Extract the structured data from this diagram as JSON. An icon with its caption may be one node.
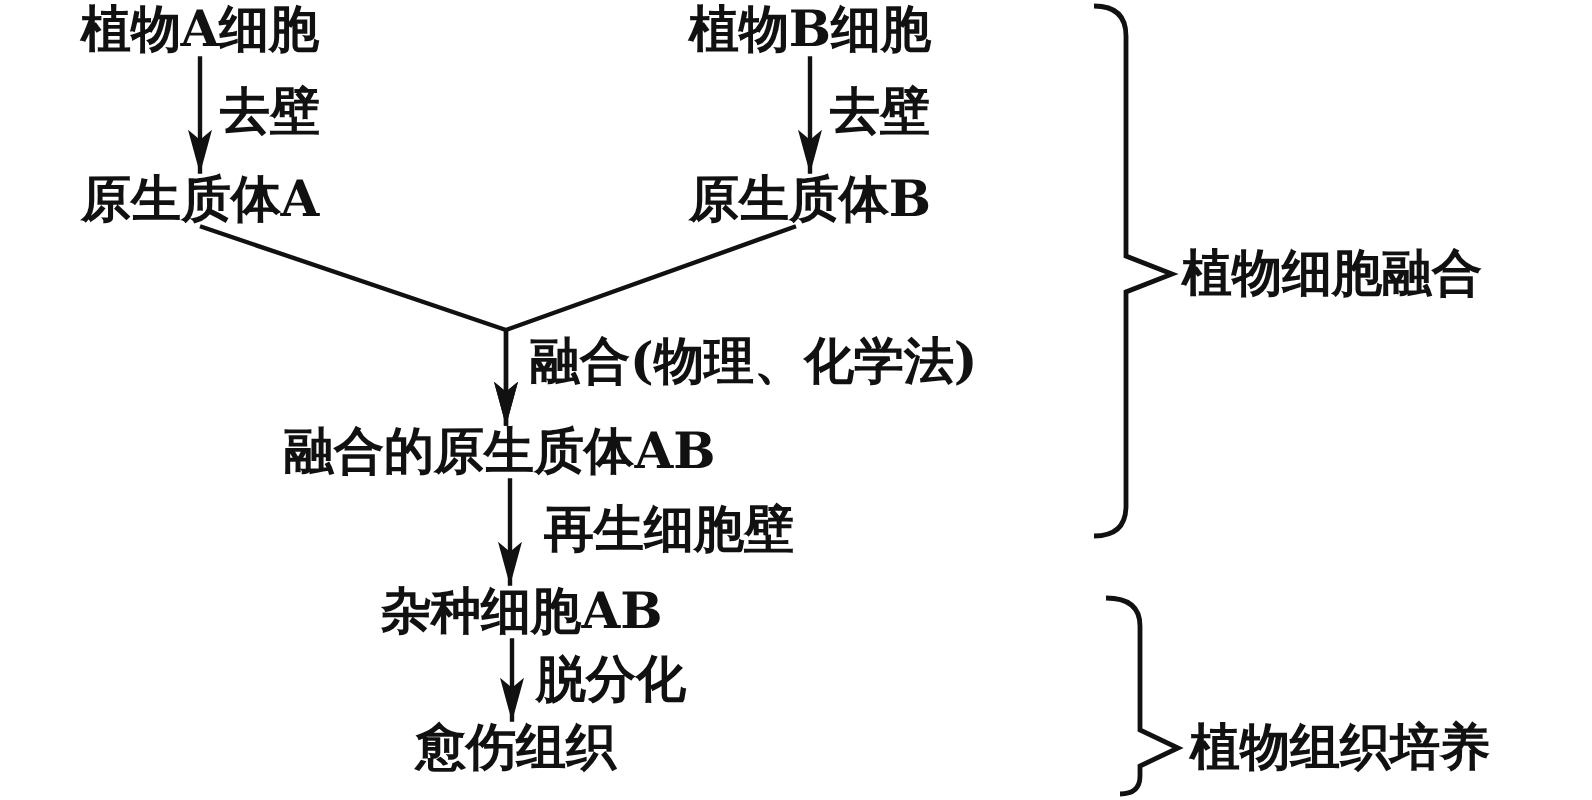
{
  "diagram": {
    "nodes": [
      {
        "text": [
          "植物A细胞"
        ]
      },
      {
        "text": [
          "植物B细胞"
        ]
      },
      {
        "text": [
          "原生质体A"
        ]
      },
      {
        "text": [
          "原生质体B"
        ]
      },
      {
        "text": [
          "融合的原生质体AB"
        ]
      },
      {
        "text": [
          "杂种细胞AB"
        ]
      },
      {
        "text": [
          "愈伤组织"
        ]
      }
    ],
    "edges": [
      {
        "from": 0,
        "to": 2,
        "arrow": "to",
        "label": "去壁"
      },
      {
        "from": 1,
        "to": 3,
        "arrow": "to",
        "label": "去壁"
      },
      {
        "from": 2,
        "to": 4,
        "arrow": "to",
        "label": "融合(物理、化学法)"
      },
      {
        "from": 3,
        "to": 4,
        "arrow": "to"
      },
      {
        "from": 4,
        "to": 5,
        "arrow": "to",
        "label": "再生细胞壁"
      },
      {
        "from": 5,
        "to": 6,
        "arrow": "to",
        "label": "脱分化"
      }
    ],
    "labels": [
      "植物细胞融合",
      "植物组织培养"
    ]
  }
}
